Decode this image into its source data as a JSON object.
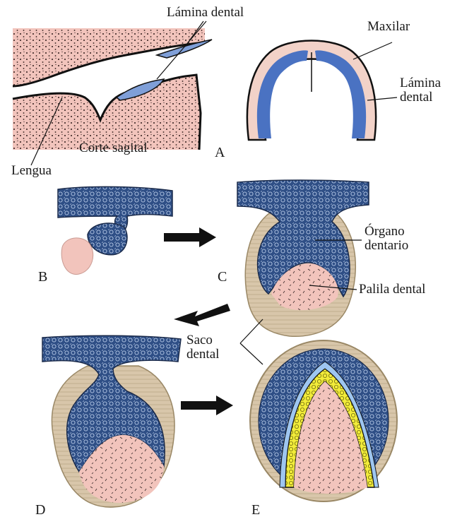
{
  "labels": {
    "lamina_dental_top": "Lámina dental",
    "corte_sagital": "Corte sagital",
    "lengua": "Lengua",
    "maxilar": "Maxilar",
    "lamina_dental_right": "Lámina\ndental",
    "organo_dentario": "Órgano\ndentario",
    "palila_dental": "Palila dental",
    "saco_dental": "Saco\ndental"
  },
  "stage_letters": {
    "a": "A",
    "b": "B",
    "c": "C",
    "d": "D",
    "e": "E"
  },
  "colors": {
    "mesenchyme": "#f2c4bc",
    "epithelium": "#2f4f86",
    "lamina": "#7f9fd8",
    "saco": "#d8c6aa",
    "enamel": "#f2ec3a",
    "arch_bone": "#f2d2c8",
    "ink": "#111111"
  }
}
